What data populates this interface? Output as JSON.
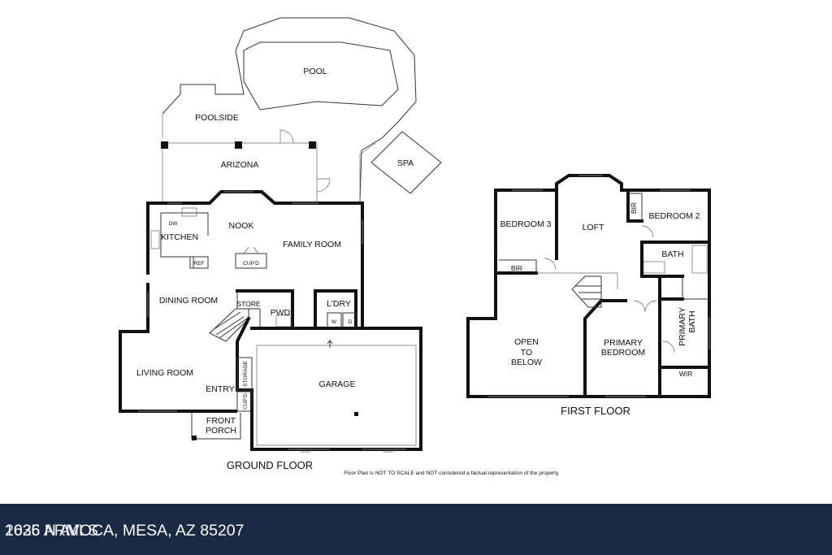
{
  "ground_floor": {
    "title": "GROUND FLOOR",
    "rooms": {
      "pool": "POOL",
      "poolside": "POOLSIDE",
      "spa": "SPA",
      "arizona": "ARIZONA",
      "nook": "NOOK",
      "kitchen": "KITCHEN",
      "family_room": "FAMILY ROOM",
      "cupd_family": "CUP'D",
      "dining_room": "DINING ROOM",
      "store": "STORE",
      "pwd": "PWD",
      "laundry": "L'DRY",
      "living_room": "LIVING ROOM",
      "entry": "ENTRY",
      "storage": "STORAGE",
      "cupd_entry": "CUP'D",
      "garage": "GARAGE",
      "front_porch_line1": "FRONT",
      "front_porch_line2": "PORCH"
    },
    "fixtures": {
      "dishwasher": "DW",
      "refrigerator": "REF",
      "washer": "W",
      "dryer": "D",
      "door_label_left": "DOOR",
      "door_label_right": "DOOR"
    }
  },
  "first_floor": {
    "title": "FIRST FLOOR",
    "rooms": {
      "bedroom3": "BEDROOM 3",
      "bir_bedroom3": "BIR",
      "loft": "LOFT",
      "bir_bedroom2": "BIR",
      "bedroom2": "BEDROOM 2",
      "bath": "BATH",
      "open_line1": "OPEN",
      "open_line2": "TO",
      "open_line3": "BELOW",
      "primary_bedroom_line1": "PRIMARY",
      "primary_bedroom_line2": "BEDROOM",
      "primary_bath_line1": "PRIMARY",
      "primary_bath_line2": "BATH",
      "wir": "WIR"
    }
  },
  "disclaimer": "Floor Plan is NOT TO SCALE and NOT considered a factual representation of the property.",
  "footer": {
    "address": "1636 N AVOCA, MESA, AZ 85207",
    "copyright": "2025 ARMLS"
  },
  "colors": {
    "footer_bg": "#1b2a44",
    "wall": "#111111",
    "background": "#ffffff"
  }
}
